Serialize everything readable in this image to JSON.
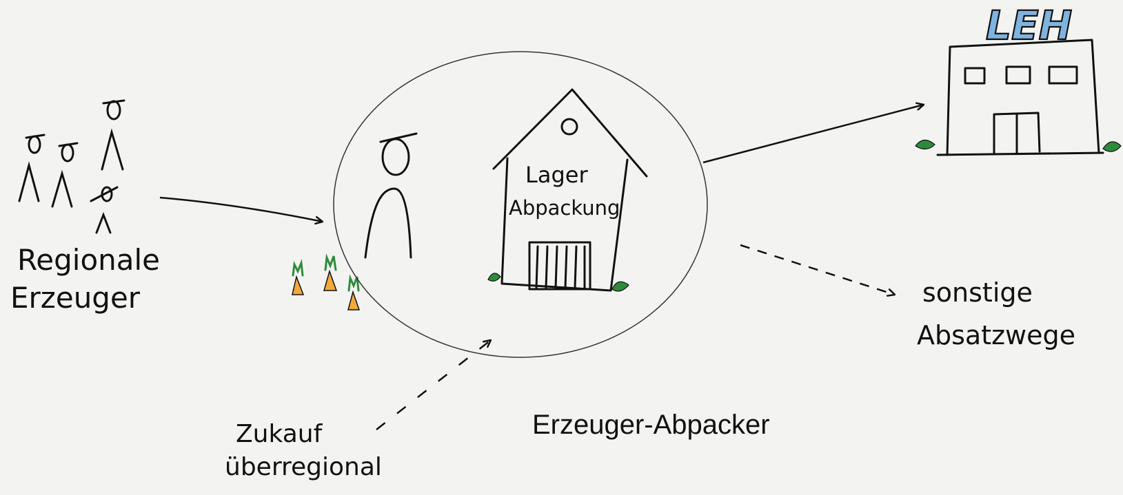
{
  "nodes": {
    "regional_producers": {
      "line1": "Regionale",
      "line2": "Erzeuger"
    },
    "warehouse": {
      "line1": "Lager",
      "line2": "Abpackung"
    },
    "retail": {
      "label": "LEH"
    },
    "other_channels": {
      "line1": "sonstige",
      "line2": "Absatzwege"
    },
    "supra_regional": {
      "line1": "Zukauf",
      "line2": "überregional"
    }
  },
  "caption": "Erzeuger-Abpacker",
  "colors": {
    "ink": "#111111",
    "carrot": "#f2a93b",
    "leaf": "#2e8b3c",
    "logo_blue": "#7fb3e0",
    "paper": "#f3f3f1"
  }
}
